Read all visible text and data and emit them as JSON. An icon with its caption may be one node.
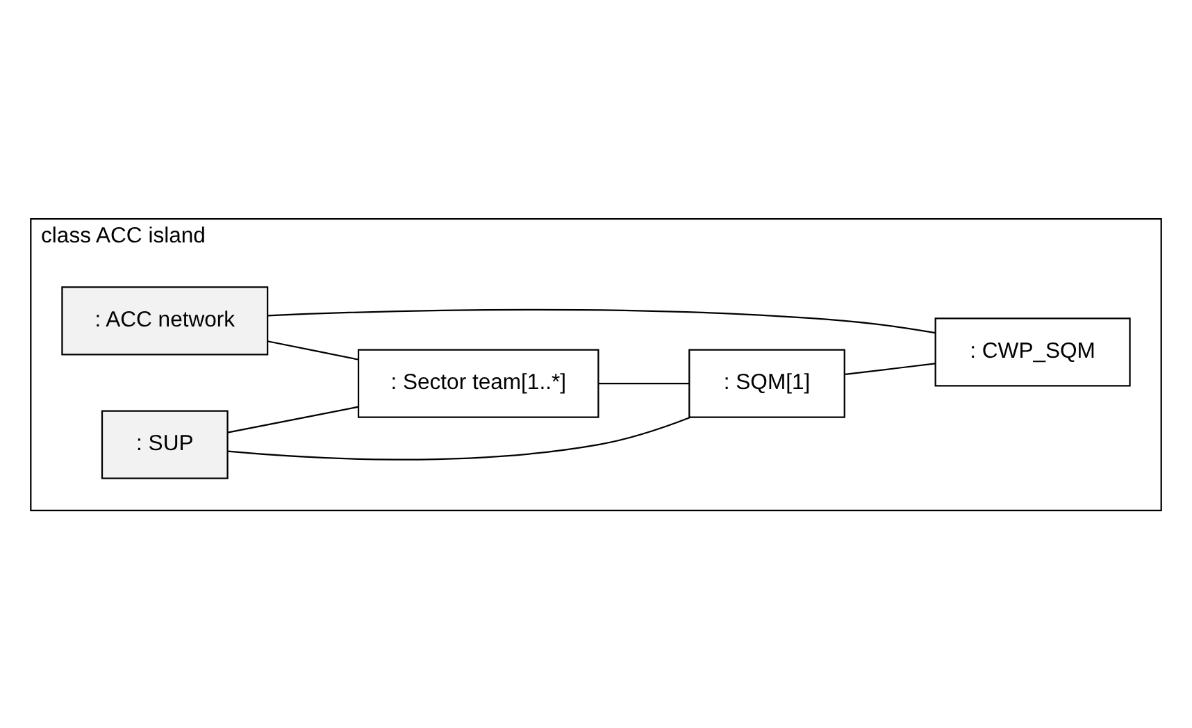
{
  "diagram": {
    "nodes": [
      {
        "text": [
          "class ACC island"
        ]
      },
      {
        "text": [
          ": ACC network"
        ],
        "in": 0
      },
      {
        "text": [
          ": SUP"
        ],
        "in": 0
      },
      {
        "text": [
          ": Sector team[1..*]"
        ],
        "in": 0
      },
      {
        "text": [
          ": SQM[1]"
        ],
        "in": 0
      },
      {
        "text": [
          ": CWP_SQM"
        ],
        "in": 0
      }
    ],
    "edges": [
      {
        "from": 1,
        "to": 5,
        "arrow": "none"
      },
      {
        "from": 1,
        "to": 3,
        "arrow": "none"
      },
      {
        "from": 2,
        "to": 3,
        "arrow": "none"
      },
      {
        "from": 2,
        "to": 4,
        "arrow": "none"
      },
      {
        "from": 3,
        "to": 4,
        "arrow": "none"
      },
      {
        "from": 4,
        "to": 5,
        "arrow": "none"
      }
    ]
  }
}
